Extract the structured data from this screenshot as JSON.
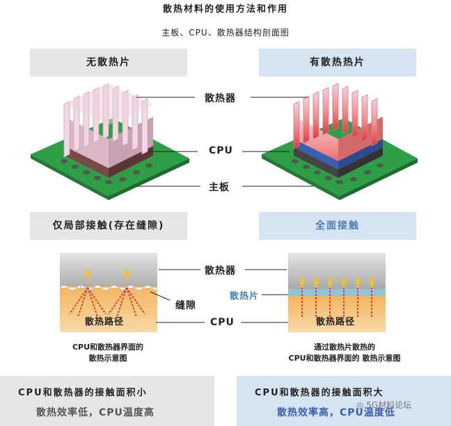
{
  "title": "散热材料的使用方法和作用",
  "subtitle": "主板、CPU、散热器结构剖面图",
  "top_left_header": "无散热片",
  "top_right_header": "有散热热片",
  "mid_left_header": "仅局部接触(存在缝隙)",
  "mid_right_header": "全面接触",
  "labels": {
    "heatsink": "散热器",
    "cpu": "CPU",
    "motherboard": "主板",
    "heatsink2": "散热器",
    "gap": "缝隙",
    "pad": "散热片",
    "cpu2": "CPU",
    "path_left": "散热路径",
    "path_right": "散热路径"
  },
  "caption_left": [
    "CPU和散热器界面的",
    "散热示意图"
  ],
  "caption_right": [
    "通过散热片散热的",
    "CPU和散热器界面的 散热示意图"
  ],
  "bottom_left": {
    "line1": "CPU和散热器的接触面积小",
    "line2": "散热效率低，CPU温度高"
  },
  "bottom_right": {
    "line1": "CPU和散热器的接触面积大",
    "line2": "散热效率高，CPU温度低"
  },
  "watermark": "5G材料论坛",
  "colors": {
    "board": "#2e9e47",
    "heatsink": "#e8c6d6",
    "hot": "#e83a3a",
    "pad": "#3a5fb0",
    "arrow": "#f2c12e",
    "gray_bg": "#e6e6e6",
    "blue_bg": "#d6e3f2"
  }
}
